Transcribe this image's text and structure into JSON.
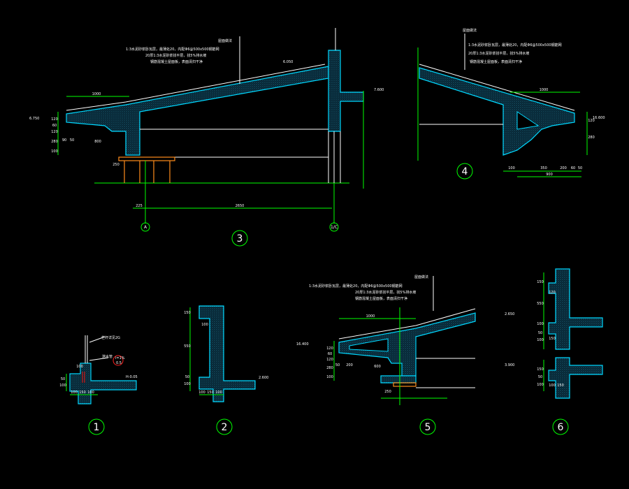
{
  "drawing": {
    "background": "#000000",
    "colors": {
      "dimension": "#00ff00",
      "concrete": "#00d8ff",
      "text": "#ffffff",
      "beam": "#ff8c1a",
      "highlight": "#ff2020"
    },
    "section_labels": [
      "1",
      "2",
      "3",
      "4",
      "5",
      "6"
    ],
    "s3": {
      "notes_title": "屋面做法",
      "notes": [
        "1:3水泥砂浆卧瓦层，最薄处20，内配Φ6@500x500钢筋网",
        "20厚1:3水泥砂浆找平层，找5%排水坡",
        "钢筋混凝土屋面板，表面清扫干净"
      ],
      "levels": [
        "6.050",
        "7.600",
        "6.750"
      ],
      "dims": [
        "1000",
        "120",
        "60",
        "120",
        "280",
        "100",
        "90",
        "50",
        "800",
        "250",
        "225",
        "2650"
      ],
      "axes": [
        "A",
        "1/C"
      ]
    },
    "s4": {
      "notes_title": "屋面做法",
      "notes": [
        "1:3水泥砂浆卧瓦层，最薄处20，内配Φ6@500x500钢筋网",
        "20厚1:3水泥砂浆找平层，找5%排水坡",
        "钢筋混凝土屋面板，表面清扫干净"
      ],
      "level": "16.600",
      "dims": [
        "1000",
        "120",
        "280",
        "100",
        "350",
        "200",
        "60",
        "50",
        "900"
      ]
    },
    "s1": {
      "notes": [
        "栏杆详见2G",
        "泄水管",
        "i=1%",
        "0.5"
      ],
      "level": "H-0.05",
      "dims": [
        "100",
        "50",
        "100",
        "100",
        "150",
        "100"
      ]
    },
    "s2": {
      "level": "2.600",
      "dims": [
        "150",
        "100",
        "550",
        "50",
        "100",
        "100",
        "150",
        "100"
      ]
    },
    "s5": {
      "notes_title": "屋面做法",
      "notes": [
        "1:3水泥砂浆卧瓦层，最薄处20，内配Φ6@500x500钢筋网",
        "20厚1:3水泥砂浆找平层，找5%排水坡",
        "钢筋混凝土屋面板，表面清扫干净"
      ],
      "level": "16.400",
      "dims": [
        "1000",
        "120",
        "60",
        "120",
        "280",
        "100",
        "50",
        "200",
        "600",
        "250"
      ]
    },
    "s6": {
      "levels": [
        "2.650",
        "3.900"
      ],
      "dims": [
        "150",
        "120",
        "550",
        "100",
        "50",
        "100",
        "150",
        "150",
        "50",
        "100",
        "100",
        "150"
      ]
    }
  }
}
